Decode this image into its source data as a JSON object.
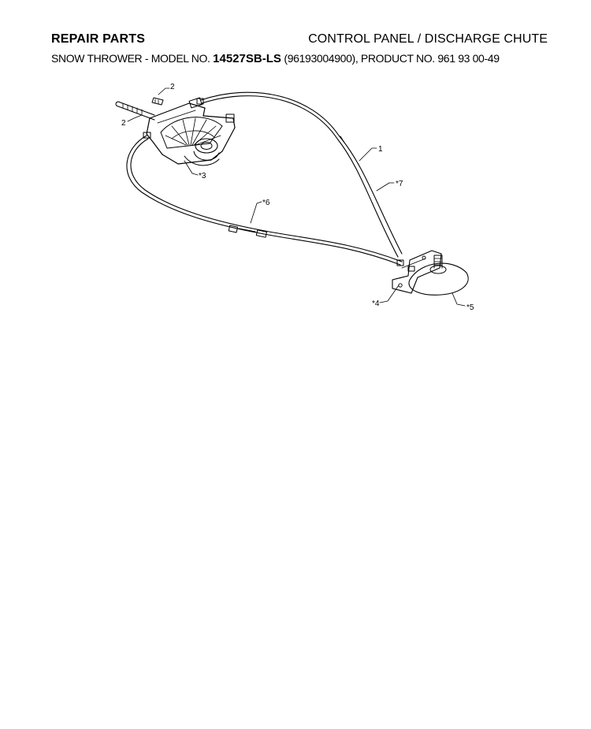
{
  "header": {
    "left_title": "REPAIR PARTS",
    "right_title": "CONTROL PANEL / DISCHARGE CHUTE",
    "model_prefix": "SNOW THROWER - MODEL NO.",
    "model_number": "14527SB-LS",
    "model_suffix": "(96193004900), PRODUCT NO. 961 93 00-49"
  },
  "diagram": {
    "callouts": [
      "2",
      "2",
      "*3",
      "*6",
      "1",
      "*7",
      "*4",
      "*5"
    ]
  }
}
